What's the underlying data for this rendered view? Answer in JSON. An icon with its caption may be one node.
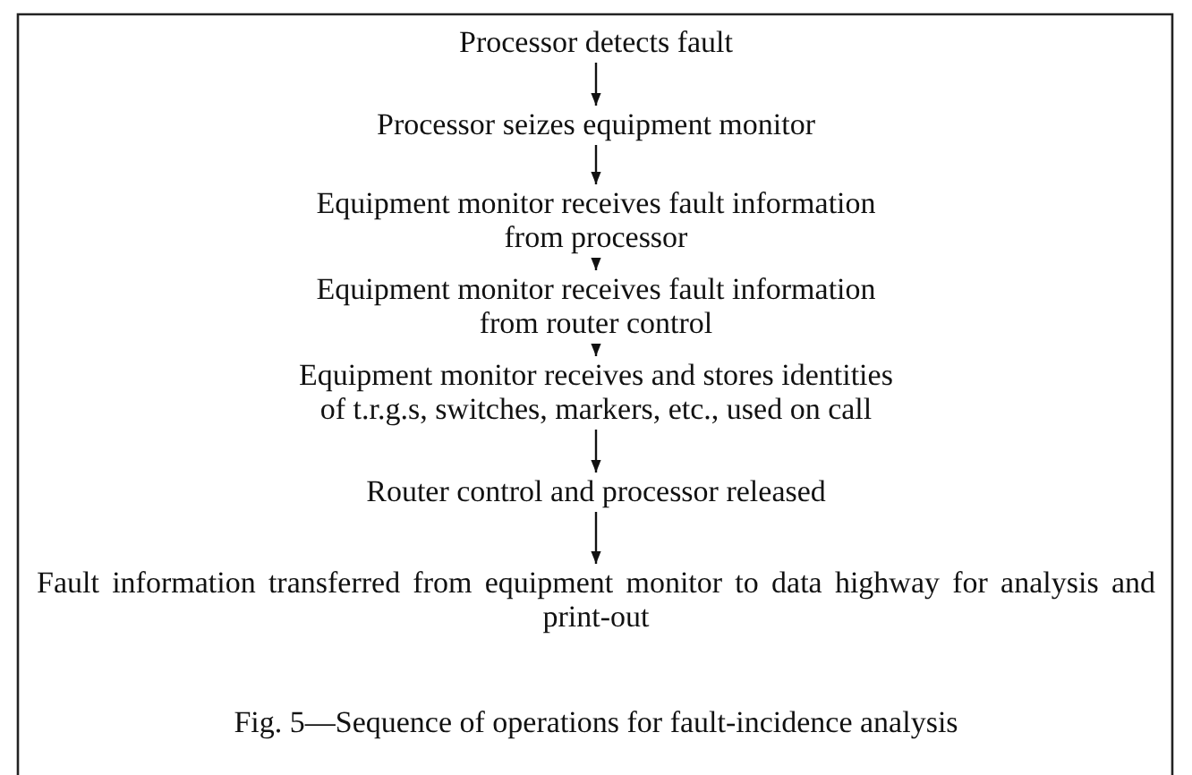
{
  "diagram": {
    "caption": "Fig. 5—Sequence of operations for fault-incidence analysis",
    "nodes": [
      {
        "text": [
          "Processor detects fault"
        ]
      },
      {
        "text": [
          "Processor seizes equipment monitor"
        ]
      },
      {
        "text": [
          "Equipment monitor receives fault information from processor"
        ]
      },
      {
        "text": [
          "Equipment monitor receives fault information from router control"
        ]
      },
      {
        "text": [
          "Equipment monitor receives and stores identities of t.r.g.s, switches, markers, etc., used on call"
        ]
      },
      {
        "text": [
          "Router control and processor released"
        ]
      },
      {
        "text": [
          "Fault information transferred from equipment monitor to data highway for analysis and print-out"
        ]
      }
    ],
    "edges": [
      {
        "from": 0,
        "to": 1,
        "arrow": "to"
      },
      {
        "from": 1,
        "to": 2,
        "arrow": "to"
      },
      {
        "from": 2,
        "to": 3,
        "arrow": "to"
      },
      {
        "from": 3,
        "to": 4,
        "arrow": "to"
      },
      {
        "from": 4,
        "to": 5,
        "arrow": "to"
      },
      {
        "from": 5,
        "to": 6,
        "arrow": "to"
      }
    ]
  }
}
